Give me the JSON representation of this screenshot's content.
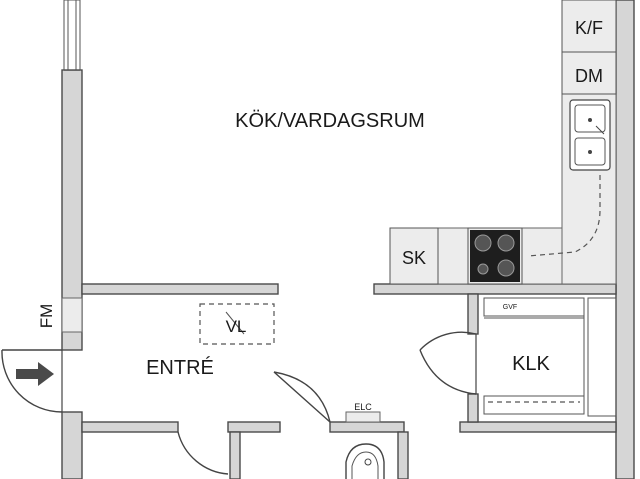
{
  "rooms": {
    "kitchen_living": "KÖK/VARDAGSRUM",
    "entrance": "ENTRÉ",
    "closet": "KLK"
  },
  "fixtures": {
    "fridge_freezer": "K/F",
    "dishwasher": "DM",
    "wardrobe": "SK",
    "fuse_box": "FM",
    "water_heater": "VL",
    "electrical_cabinet": "ELC",
    "shelf": "GVF"
  },
  "colors": {
    "wall_fill": "#d6d6d6",
    "counter_fill": "#ececec",
    "stove_fill": "#1e1e1e",
    "entry_arrow": "#4a4a4a"
  }
}
